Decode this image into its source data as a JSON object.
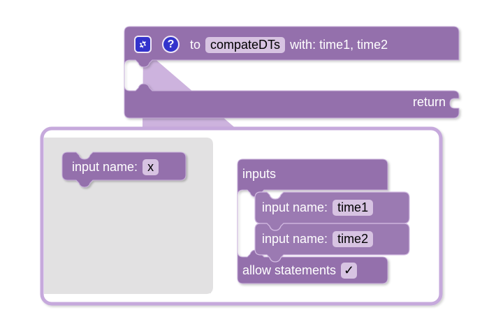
{
  "app": {
    "context": "blockly-procedure-mutator",
    "canvas_background": "#ffffff"
  },
  "colors": {
    "block_fill": "#9470AC",
    "block_fill_light": "#9B7AB2",
    "block_outline": "#C7AEDA",
    "field_bg": "#D7C3E2",
    "field_text": "#000000",
    "block_text": "#ffffff",
    "icon_blue": "#3333CC",
    "icon_ring": "#F0E7F6",
    "panel_border": "#C6A9DC",
    "panel_bg": "#ffffff",
    "flyout_bg": "#E2E1E2",
    "connector_fill": "#CDB3DE"
  },
  "definition_block": {
    "name": "procedures-defreturn-block",
    "gear_icon": "gear-icon",
    "help_icon": "question-mark-icon",
    "help_glyph": "?",
    "to_label": "to",
    "procedure_name": "compateDTs",
    "with_label": "with: time1, time2",
    "return_label": "return",
    "statement_slot_empty": true,
    "return_socket": "value-input-socket"
  },
  "mutator_panel": {
    "name": "mutator-bubble",
    "flyout": {
      "name": "mutator-flyout",
      "blocks": [
        {
          "name": "flyout-input-name-block",
          "label": "input name:",
          "field_value": "x"
        }
      ]
    },
    "workspace": {
      "name": "mutator-workspace",
      "container_block": {
        "name": "inputs-container-block",
        "label": "inputs",
        "statements": [
          {
            "name": "mutator-input-block-1",
            "label": "input name:",
            "field_value": "time1"
          },
          {
            "name": "mutator-input-block-2",
            "label": "input name:",
            "field_value": "time2"
          }
        ],
        "allow_statements": {
          "name": "allow-statements-checkbox-row",
          "label": "allow statements",
          "checked": true,
          "check_glyph": "✓"
        }
      }
    }
  }
}
